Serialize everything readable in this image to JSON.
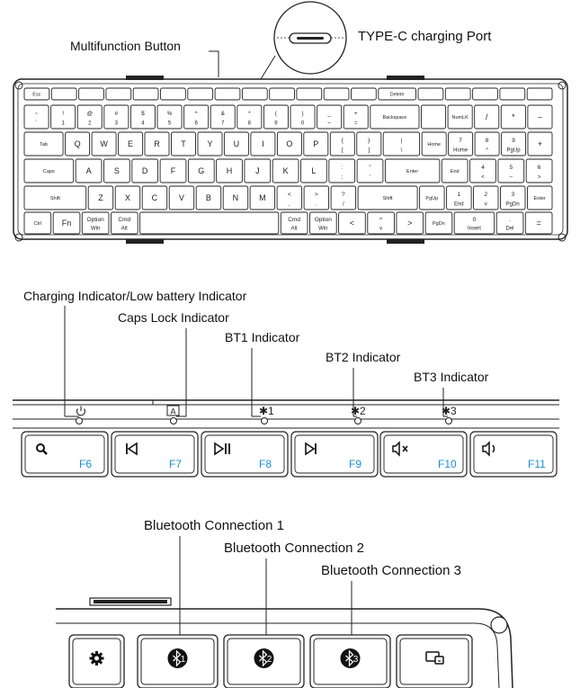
{
  "top_view": {
    "multifunction_label": "Multifunction Button",
    "typec_label": "TYPE-C charging Port",
    "rows": [
      [
        [
          "Esc",
          ""
        ],
        [
          "",
          ""
        ],
        [
          "",
          ""
        ],
        [
          "",
          ""
        ],
        [
          "",
          ""
        ],
        [
          "",
          ""
        ],
        [
          "",
          ""
        ],
        [
          "",
          ""
        ],
        [
          "",
          ""
        ],
        [
          "",
          ""
        ],
        [
          "",
          ""
        ],
        [
          "",
          ""
        ],
        [
          "",
          ""
        ],
        [
          "Delete",
          ""
        ],
        [
          "",
          ""
        ],
        [
          "",
          ""
        ],
        [
          "",
          ""
        ],
        [
          "",
          ""
        ],
        [
          "",
          ""
        ]
      ],
      [
        [
          "~",
          "`"
        ],
        [
          "!",
          "1"
        ],
        [
          "@",
          "2"
        ],
        [
          "#",
          "3"
        ],
        [
          "$",
          "4"
        ],
        [
          "%",
          "5"
        ],
        [
          "^",
          "6"
        ],
        [
          "&",
          "7"
        ],
        [
          "*",
          "8"
        ],
        [
          "(",
          "9"
        ],
        [
          ")",
          "0"
        ],
        [
          "_",
          "–"
        ],
        [
          "+",
          "="
        ],
        [
          "Backspace",
          ""
        ],
        [
          "",
          ""
        ],
        [
          "NumLK",
          ""
        ],
        [
          "/",
          ""
        ],
        [
          "*",
          ""
        ],
        [
          "–",
          ""
        ]
      ],
      [
        [
          "Tab",
          ""
        ],
        [
          "Q",
          ""
        ],
        [
          "W",
          ""
        ],
        [
          "E",
          ""
        ],
        [
          "R",
          ""
        ],
        [
          "T",
          ""
        ],
        [
          "Y",
          ""
        ],
        [
          "U",
          ""
        ],
        [
          "I",
          ""
        ],
        [
          "O",
          ""
        ],
        [
          "P",
          ""
        ],
        [
          "{",
          "["
        ],
        [
          "}",
          "]"
        ],
        [
          "|",
          "\\"
        ],
        [
          "Home",
          ""
        ],
        [
          "7",
          "Home"
        ],
        [
          "8",
          "^"
        ],
        [
          "9",
          "PgUp"
        ],
        [
          "+",
          ""
        ]
      ],
      [
        [
          "Caps",
          ""
        ],
        [
          "A",
          ""
        ],
        [
          "S",
          ""
        ],
        [
          "D",
          ""
        ],
        [
          "F",
          ""
        ],
        [
          "G",
          ""
        ],
        [
          "H",
          ""
        ],
        [
          "J",
          ""
        ],
        [
          "K",
          ""
        ],
        [
          "L",
          ""
        ],
        [
          ":",
          ";"
        ],
        [
          "\"",
          "'"
        ],
        [
          "Enter",
          ""
        ],
        [
          "End",
          ""
        ],
        [
          "4",
          "<"
        ],
        [
          "5",
          "–"
        ],
        [
          "6",
          ">"
        ]
      ],
      [
        [
          "Shift",
          ""
        ],
        [
          "Z",
          ""
        ],
        [
          "X",
          ""
        ],
        [
          "C",
          ""
        ],
        [
          "V",
          ""
        ],
        [
          "B",
          ""
        ],
        [
          "N",
          ""
        ],
        [
          "M",
          ""
        ],
        [
          "<",
          ","
        ],
        [
          ">",
          "."
        ],
        [
          "?",
          "/"
        ],
        [
          "Shift",
          ""
        ],
        [
          "PgUp",
          ""
        ],
        [
          "1",
          "End"
        ],
        [
          "2",
          "v"
        ],
        [
          "3",
          "PgDn"
        ],
        [
          "Enter",
          ""
        ]
      ],
      [
        [
          "Ctrl",
          ""
        ],
        [
          "Fn",
          ""
        ],
        [
          "Option",
          "Win"
        ],
        [
          "Cmd",
          "Alt"
        ],
        [
          "",
          ""
        ],
        [
          "Cmd",
          "Alt"
        ],
        [
          "Option",
          "Win"
        ],
        [
          "<",
          ""
        ],
        [
          "^",
          "v"
        ],
        [
          ">",
          ""
        ],
        [
          "PgDn",
          ""
        ],
        [
          "0",
          "Insert"
        ],
        [
          ".",
          "Del"
        ],
        [
          "=",
          ""
        ]
      ]
    ]
  },
  "indicators": {
    "charging": "Charging Indicator/Low battery Indicator",
    "caps": "Caps Lock Indicator",
    "bt1": "BT1 Indicator",
    "bt2": "BT2 Indicator",
    "bt3": "BT3 Indicator",
    "symbols": [
      "⏻",
      "A",
      "✱1",
      "✱2",
      "✱3"
    ],
    "keys": [
      {
        "icon": "search-icon",
        "fn": "F6"
      },
      {
        "icon": "previous-track-icon",
        "fn": "F7"
      },
      {
        "icon": "play-pause-icon",
        "fn": "F8"
      },
      {
        "icon": "next-track-icon",
        "fn": "F9"
      },
      {
        "icon": "mute-icon",
        "fn": "F10"
      },
      {
        "icon": "volume-down-icon",
        "fn": "F11"
      }
    ],
    "fn_color": "#1a8fd1"
  },
  "bluetooth": {
    "conn1": "Bluetooth Connection 1",
    "conn2": "Bluetooth Connection 2",
    "conn3": "Bluetooth Connection 3",
    "keys": [
      {
        "icon": "gear-icon",
        "label": ""
      },
      {
        "icon": "bluetooth-icon",
        "label": "1"
      },
      {
        "icon": "bluetooth-icon",
        "label": "2"
      },
      {
        "icon": "bluetooth-icon",
        "label": "3"
      },
      {
        "icon": "device-switch-icon",
        "label": ""
      }
    ]
  }
}
